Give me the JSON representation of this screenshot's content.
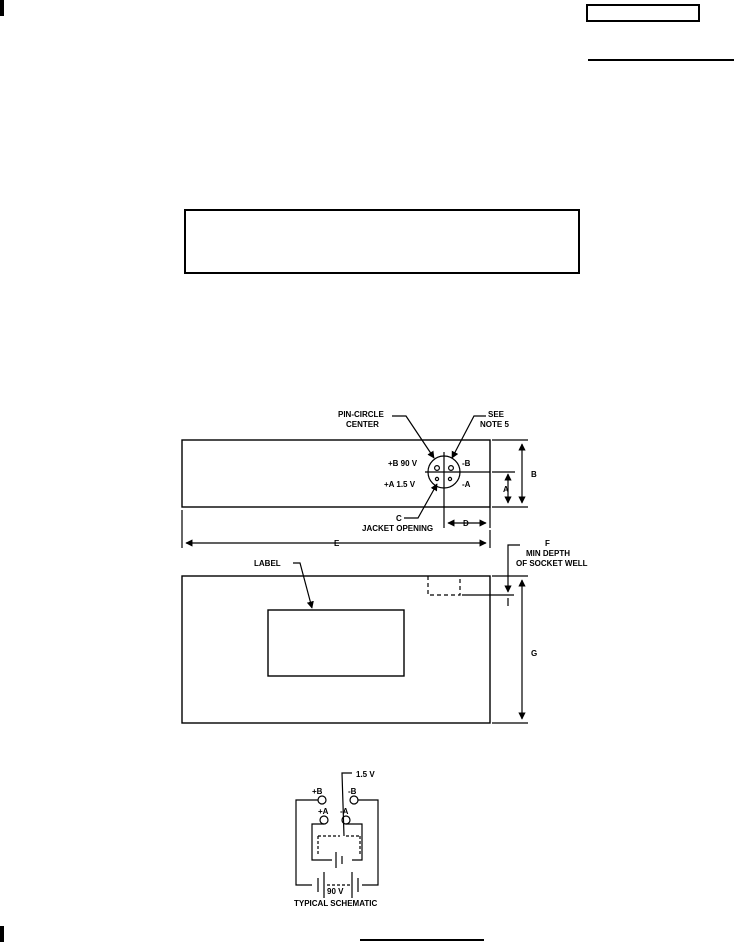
{
  "drawing": {
    "labels": {
      "pin_circle_center_1": "PIN-CIRCLE",
      "pin_circle_center_2": "CENTER",
      "see_note_1": "SEE",
      "see_note_2": "NOTE 5",
      "plus_b_90v": "+B 90 V",
      "minus_b": "-B",
      "plus_a_15v": "+A 1.5 V",
      "minus_a": "-A",
      "jacket_c": "C",
      "jacket_opening": "JACKET OPENING",
      "dim_b": "B",
      "dim_a": "A",
      "dim_d": "D",
      "dim_e": "E",
      "dim_f": "F",
      "min_depth_1": "MIN DEPTH",
      "min_depth_2": "OF SOCKET WELL",
      "label": "LABEL",
      "dim_g": "G"
    },
    "schematic": {
      "v15": "1.5 V",
      "plus_b": "+B",
      "minus_b": "-B",
      "plus_a": "+A",
      "minus_a": "-A",
      "v90": "90 V",
      "title": "TYPICAL SCHEMATIC"
    }
  }
}
